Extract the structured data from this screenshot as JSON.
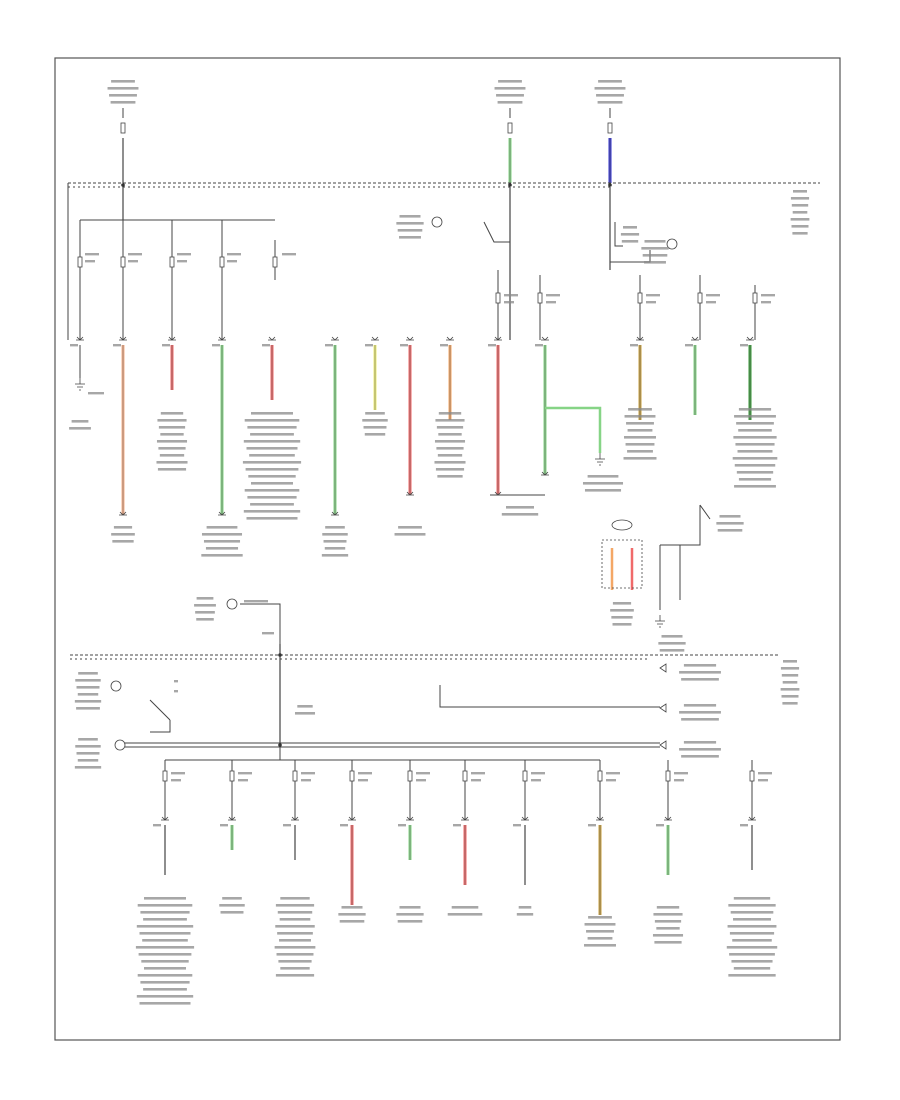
{
  "diagram": {
    "footer_code": "",
    "wire_colors": {
      "black": "#444444",
      "orange": "#f7b08a",
      "red": "#f06a6a",
      "green": "#86d486",
      "yellow": "#eeee77",
      "light_orange": "#f4a766",
      "brown": "#c8a040",
      "blue": "#3333cc",
      "dark_green": "#3a9a3a"
    },
    "top_sources": [
      {
        "id": "src-left",
        "wire": "black"
      },
      {
        "id": "src-mid",
        "wire": "green"
      },
      {
        "id": "src-right",
        "wire": "blue"
      }
    ],
    "upper_branches": [
      {
        "id": "u1",
        "wire": "black"
      },
      {
        "id": "u2",
        "wire": "orange"
      },
      {
        "id": "u3",
        "wire": "red"
      },
      {
        "id": "u4",
        "wire": "green"
      },
      {
        "id": "u5",
        "wire": "red"
      },
      {
        "id": "u6",
        "wire": "green"
      },
      {
        "id": "u7",
        "wire": "yellow"
      },
      {
        "id": "u8",
        "wire": "red"
      },
      {
        "id": "u9",
        "wire": "light_orange"
      },
      {
        "id": "u10",
        "wire": "red"
      },
      {
        "id": "u11",
        "wire": "green"
      },
      {
        "id": "u12",
        "wire": "brown"
      },
      {
        "id": "u13",
        "wire": "green"
      },
      {
        "id": "u14",
        "wire": "dark_green"
      }
    ],
    "lower_branches": [
      {
        "id": "l1",
        "wire": "black"
      },
      {
        "id": "l2",
        "wire": "green"
      },
      {
        "id": "l3",
        "wire": "black"
      },
      {
        "id": "l4",
        "wire": "red"
      },
      {
        "id": "l5",
        "wire": "green"
      },
      {
        "id": "l6",
        "wire": "red"
      },
      {
        "id": "l7",
        "wire": "black"
      },
      {
        "id": "l8",
        "wire": "brown"
      },
      {
        "id": "l9",
        "wire": "green"
      },
      {
        "id": "l10",
        "wire": "black"
      }
    ]
  }
}
